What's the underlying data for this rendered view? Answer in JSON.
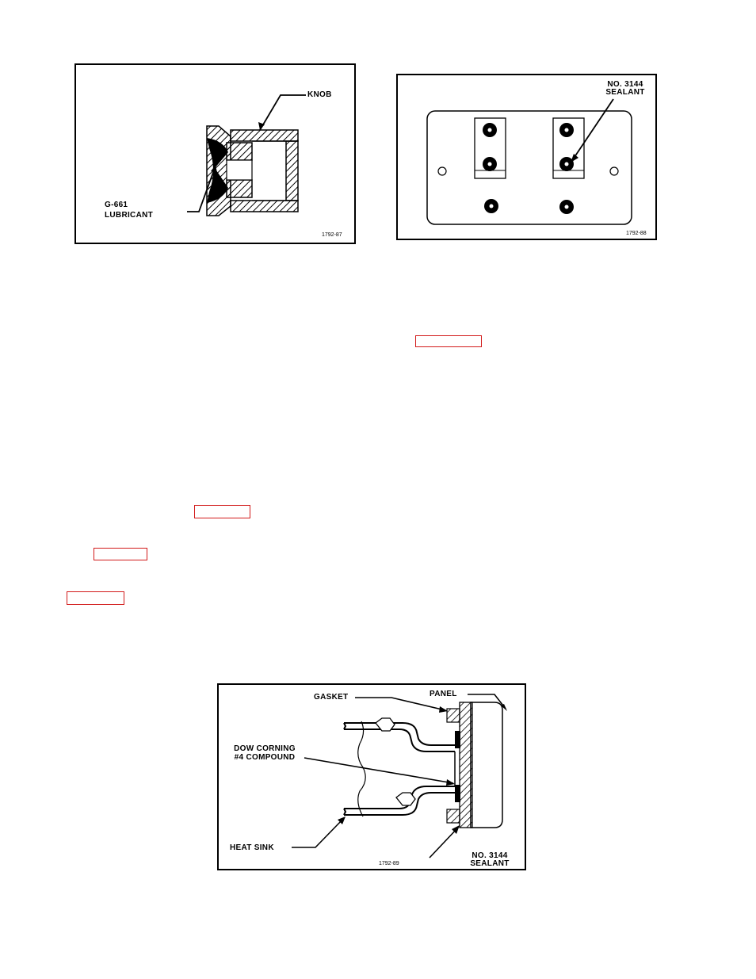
{
  "figure_knob": {
    "label_knob": "KNOB",
    "label_lubricant_line1": "G-661",
    "label_lubricant_line2": "LUBRICANT",
    "figure_number": "1792-87"
  },
  "figure_sealant": {
    "label_line1": "NO. 3144",
    "label_line2": "SEALANT",
    "figure_number": "1792-88"
  },
  "figure_heatsink": {
    "label_gasket": "GASKET",
    "label_panel": "PANEL",
    "label_compound_line1": "DOW CORNING",
    "label_compound_line2": "#4 COMPOUND",
    "label_heatsink": "HEAT SINK",
    "label_sealant_line1": "NO. 3144",
    "label_sealant_line2": "SEALANT",
    "figure_number": "1792-89"
  },
  "colors": {
    "ink": "#000000",
    "link_border": "#d21a1a"
  }
}
